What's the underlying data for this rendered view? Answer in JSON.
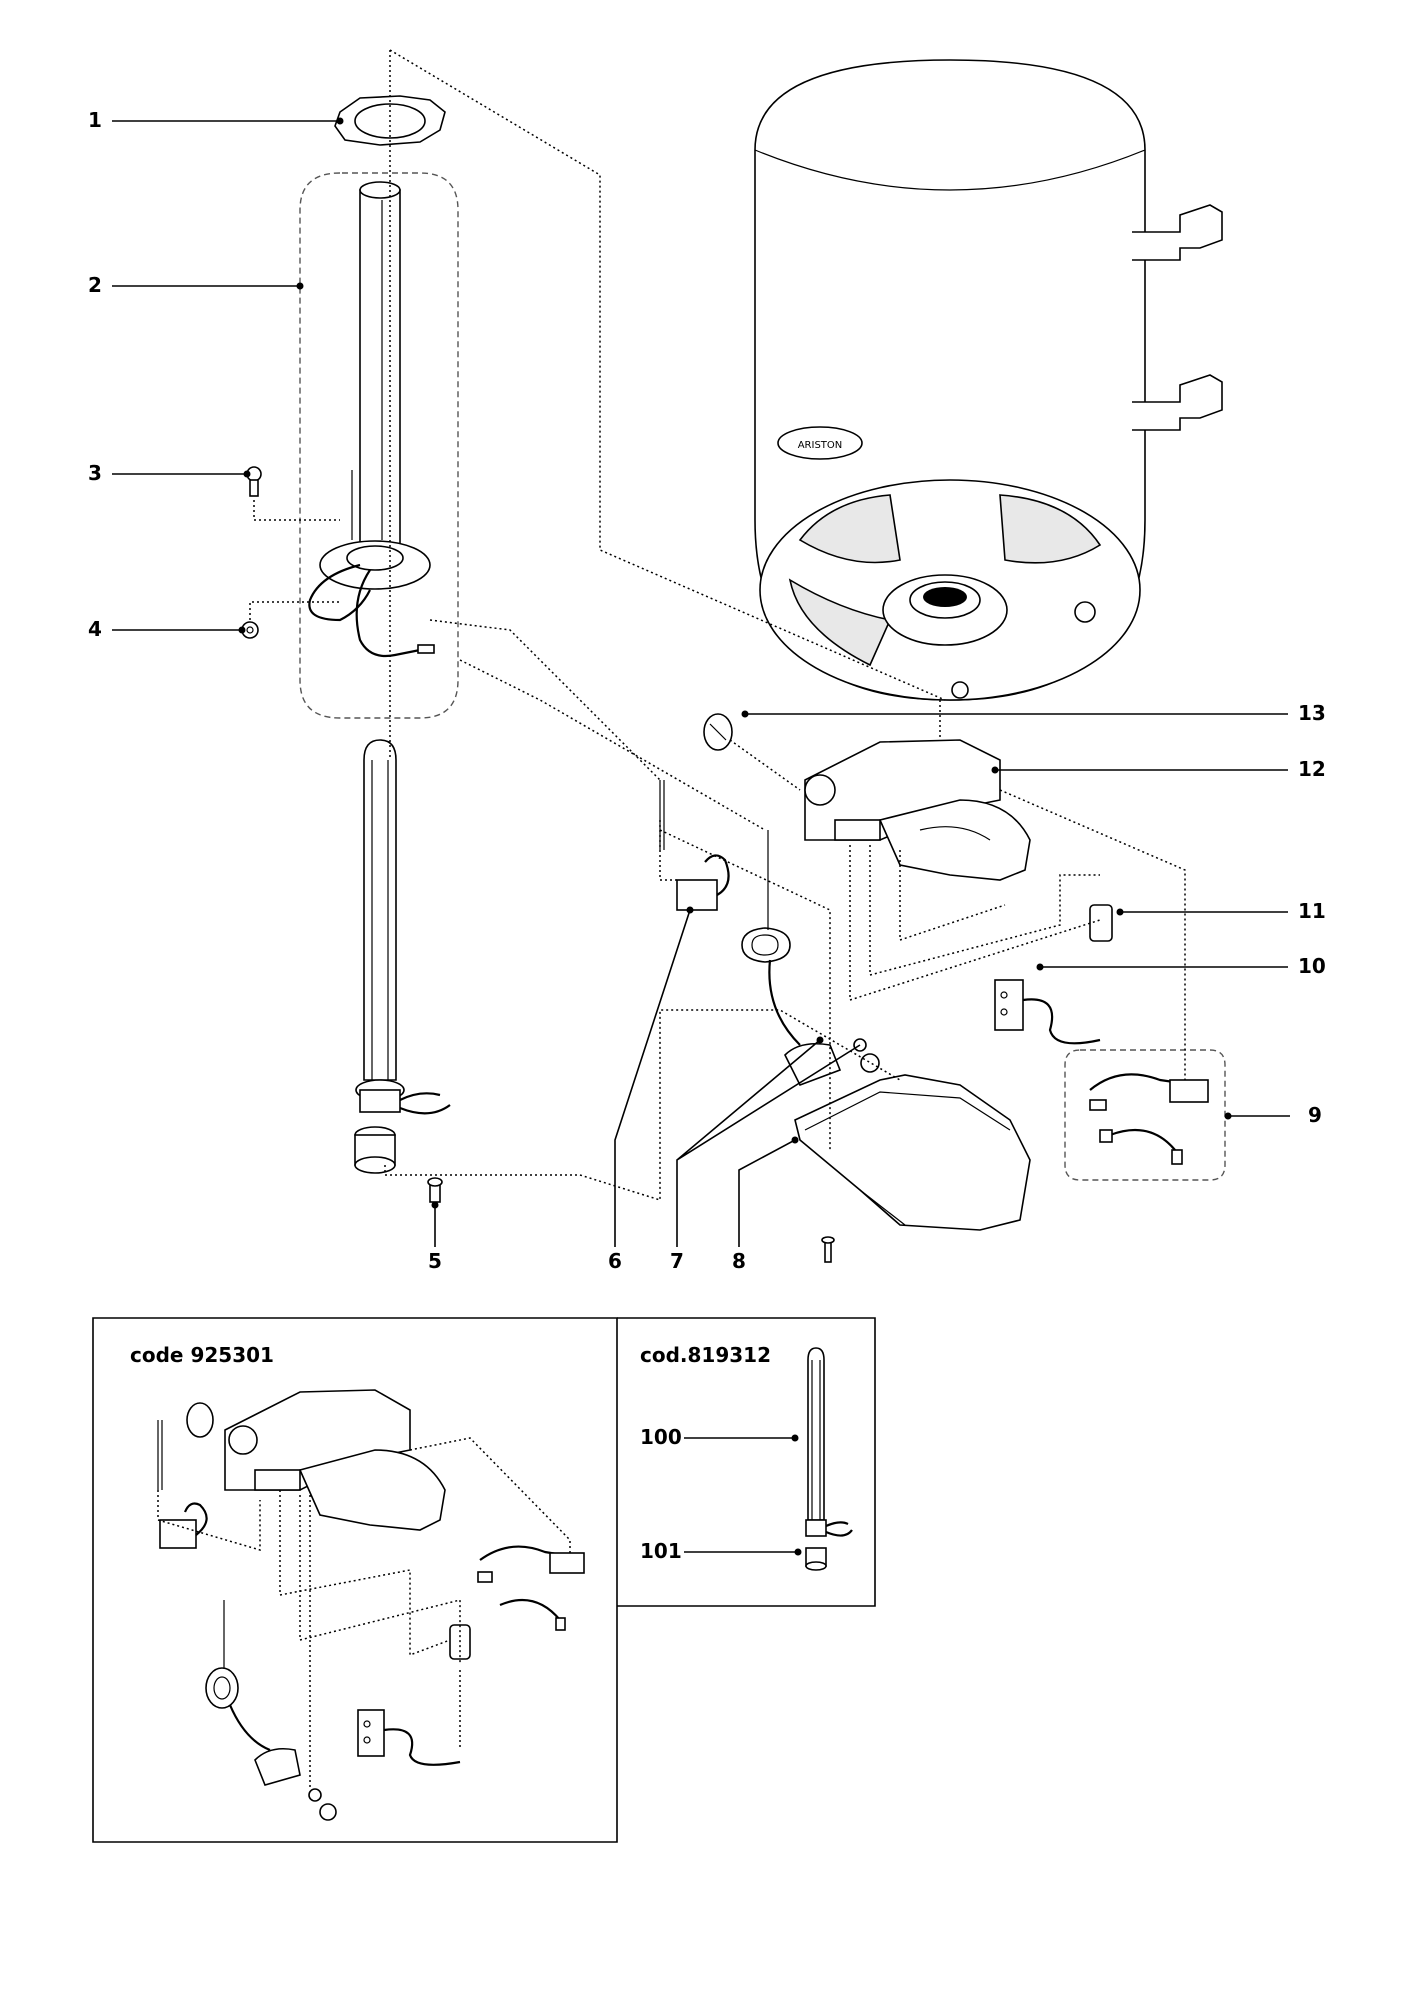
{
  "callouts": {
    "c1": "1",
    "c2": "2",
    "c3": "3",
    "c4": "4",
    "c5": "5",
    "c6": "6",
    "c7": "7",
    "c8": "8",
    "c9": "9",
    "c10": "10",
    "c11": "11",
    "c12": "12",
    "c13": "13",
    "c100": "100",
    "c101": "101"
  },
  "kits": {
    "kit_a_code": "code 925301",
    "kit_b_code": "cod.819312"
  },
  "brand": "ARISTON"
}
